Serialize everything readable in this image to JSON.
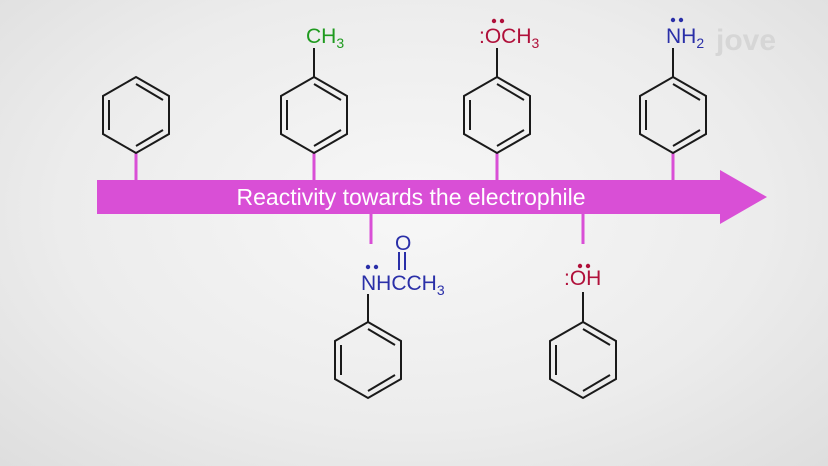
{
  "logo_text": "jove",
  "arrow": {
    "label": "Reactivity towards the electrophile",
    "color": "#d94fd6"
  },
  "colors": {
    "ring": "#1a1a1a",
    "methyl": "#1f9a1f",
    "oxygen": "#b0103a",
    "nitrogen": "#2a2fa8"
  },
  "compounds": [
    {
      "name": "benzene",
      "substituent": []
    },
    {
      "name": "toluene",
      "substituent": [
        {
          "text": "CH"
        },
        {
          "text": "3",
          "sub": true
        }
      ],
      "color": "methyl"
    },
    {
      "name": "acetanilide",
      "substituent": [
        {
          "text": "NHCCH"
        },
        {
          "text": "3",
          "sub": true
        }
      ],
      "carbonyl_o": "O",
      "color": "nitrogen"
    },
    {
      "name": "anisole",
      "substituent": [
        {
          "text": ":"
        },
        {
          "text": "OCH"
        },
        {
          "text": "3",
          "sub": true
        }
      ],
      "color": "oxygen"
    },
    {
      "name": "phenol",
      "substituent": [
        {
          "text": ":"
        },
        {
          "text": "OH"
        }
      ],
      "color": "oxygen"
    },
    {
      "name": "aniline",
      "substituent": [
        {
          "text": "NH"
        },
        {
          "text": "2",
          "sub": true
        }
      ],
      "color": "nitrogen"
    }
  ]
}
